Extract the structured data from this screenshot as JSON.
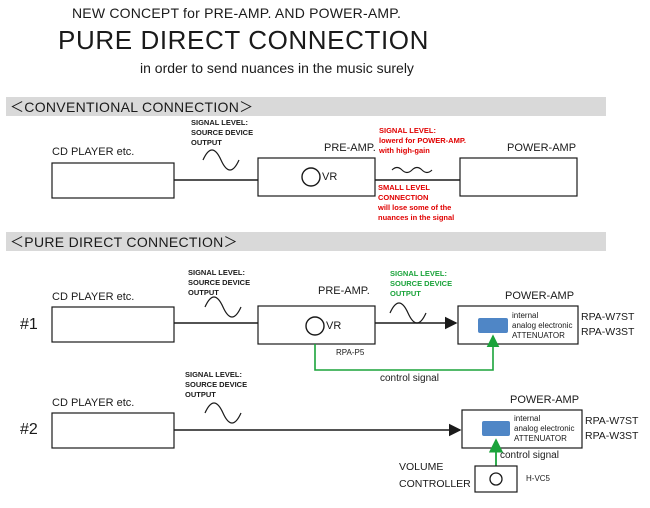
{
  "header": {
    "concept": "NEW CONCEPT for PRE-AMP. AND POWER-AMP.",
    "title": "PURE DIRECT CONNECTION",
    "subtitle": "in order to send nuances in the music surely"
  },
  "conventional": {
    "section_title": "＜CONVENTIONAL CONNECTION＞",
    "cd_label": "CD PLAYER  etc.",
    "signal_level": [
      "SIGNAL LEVEL:",
      "SOURCE DEVICE",
      "OUTPUT"
    ],
    "preamp_label": "PRE-AMP.",
    "vr_label": "VR",
    "red_note_top": [
      "SIGNAL LEVEL:",
      "lowerd for POWER-AMP.",
      "with high-gain"
    ],
    "red_note_bottom": [
      "SMALL LEVEL",
      "CONNECTION"
    ],
    "red_note_tail": [
      "will lose some of the",
      "nuances in the signal"
    ],
    "poweramp_label": "POWER-AMP"
  },
  "pure": {
    "section_title": "＜PURE DIRECT CONNECTION＞",
    "row1": {
      "number": "#1",
      "cd_label": "CD PLAYER  etc.",
      "signal_level": [
        "SIGNAL LEVEL:",
        "SOURCE DEVICE",
        "OUTPUT"
      ],
      "preamp_label": "PRE-AMP.",
      "vr_label": "VR",
      "green_note": [
        "SIGNAL LEVEL:",
        "SOURCE DEVICE",
        "OUTPUT"
      ],
      "poweramp_label": "POWER-AMP",
      "attenuator": [
        "internal",
        "analog electronic",
        "ATTENUATOR"
      ],
      "models": [
        "RPA-W7ST",
        "RPA-W3ST"
      ],
      "rpa_p5": "RPA-P5",
      "control_signal": "control signal"
    },
    "row2": {
      "number": "#2",
      "cd_label": "CD PLAYER  etc.",
      "signal_level": [
        "SIGNAL LEVEL:",
        "SOURCE DEVICE",
        "OUTPUT"
      ],
      "poweramp_label": "POWER-AMP",
      "attenuator": [
        "internal",
        "analog electronic",
        "ATTENUATOR"
      ],
      "models": [
        "RPA-W7ST",
        "RPA-W3ST"
      ],
      "control_signal": "control signal",
      "volume_label": [
        "VOLUME",
        "CONTROLLER"
      ],
      "hvc5": "H-VC5"
    }
  },
  "colors": {
    "green": "#1aa33a",
    "red": "#e00000",
    "attenuator_fill": "#4f86c6",
    "band": "#d9d9d9"
  }
}
